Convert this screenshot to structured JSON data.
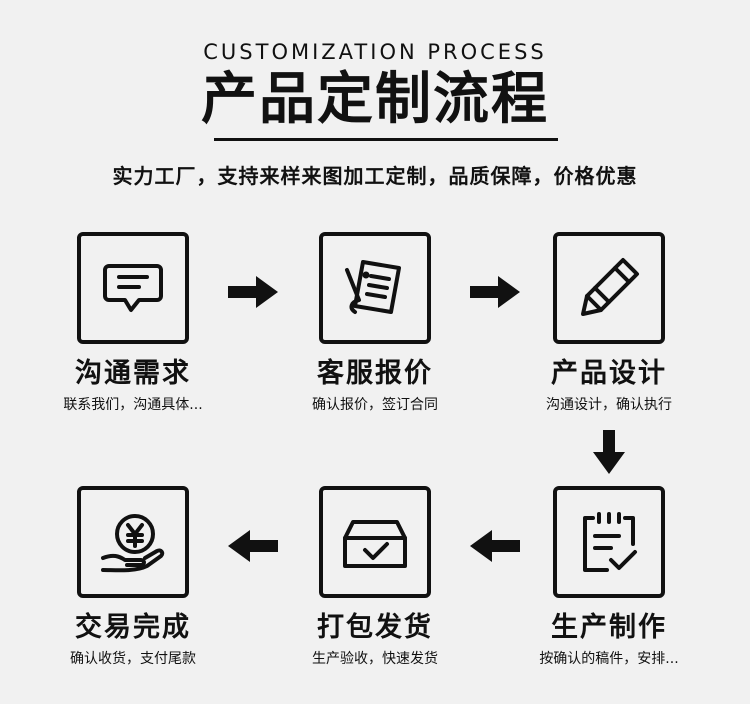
{
  "header": {
    "title_en": "CUSTOMIZATION PROCESS",
    "title_zh": "产品定制流程",
    "tagline": "实力工厂，支持来样来图加工定制，品质保障，价格优惠"
  },
  "steps": [
    {
      "title": "沟通需求",
      "desc": "联系我们，沟通具体...",
      "icon": "chat-icon"
    },
    {
      "title": "客服报价",
      "desc": "确认报价，签订合同",
      "icon": "document-list-icon"
    },
    {
      "title": "产品设计",
      "desc": "沟通设计，确认执行",
      "icon": "pencil-icon"
    },
    {
      "title": "生产制作",
      "desc": "按确认的稿件，安排...",
      "icon": "clipboard-check-icon"
    },
    {
      "title": "打包发货",
      "desc": "生产验收，快速发货",
      "icon": "box-check-icon"
    },
    {
      "title": "交易完成",
      "desc": "确认收货，支付尾款",
      "icon": "yen-coin-hand-icon"
    }
  ],
  "colors": {
    "background": "#f1f1f1",
    "ink": "#111111"
  }
}
